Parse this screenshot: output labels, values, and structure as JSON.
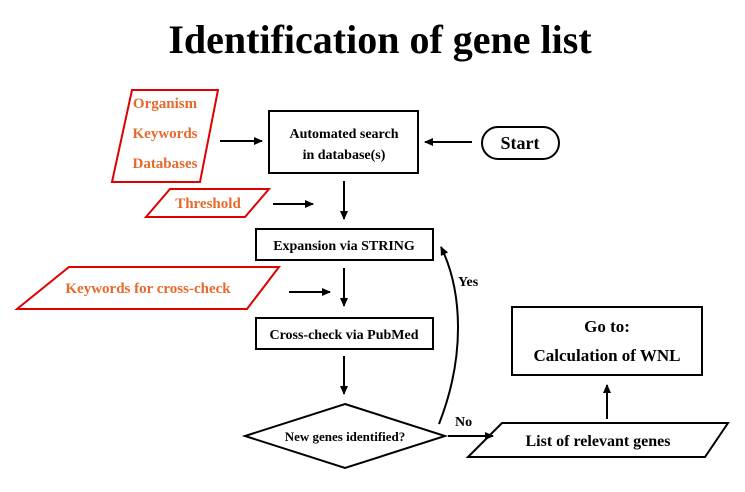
{
  "title": "Identification of gene list",
  "colors": {
    "input_border": "#e00000",
    "input_text": "#e8692c",
    "node_border": "#000000"
  },
  "inputs": {
    "search_params": [
      "Organism",
      "Keywords",
      "Databases"
    ],
    "threshold": "Threshold",
    "crosscheck_keywords": "Keywords for cross-check"
  },
  "nodes": {
    "start": "Start",
    "automated_search": [
      "Automated search",
      "in database(s)"
    ],
    "expansion": "Expansion via STRING",
    "crosscheck": "Cross-check via PubMed",
    "decision": "New genes identified?",
    "relevant_genes": "List of relevant genes",
    "goto": [
      "Go to:",
      "Calculation of WNL"
    ]
  },
  "edges": {
    "yes_label": "Yes",
    "no_label": "No"
  }
}
